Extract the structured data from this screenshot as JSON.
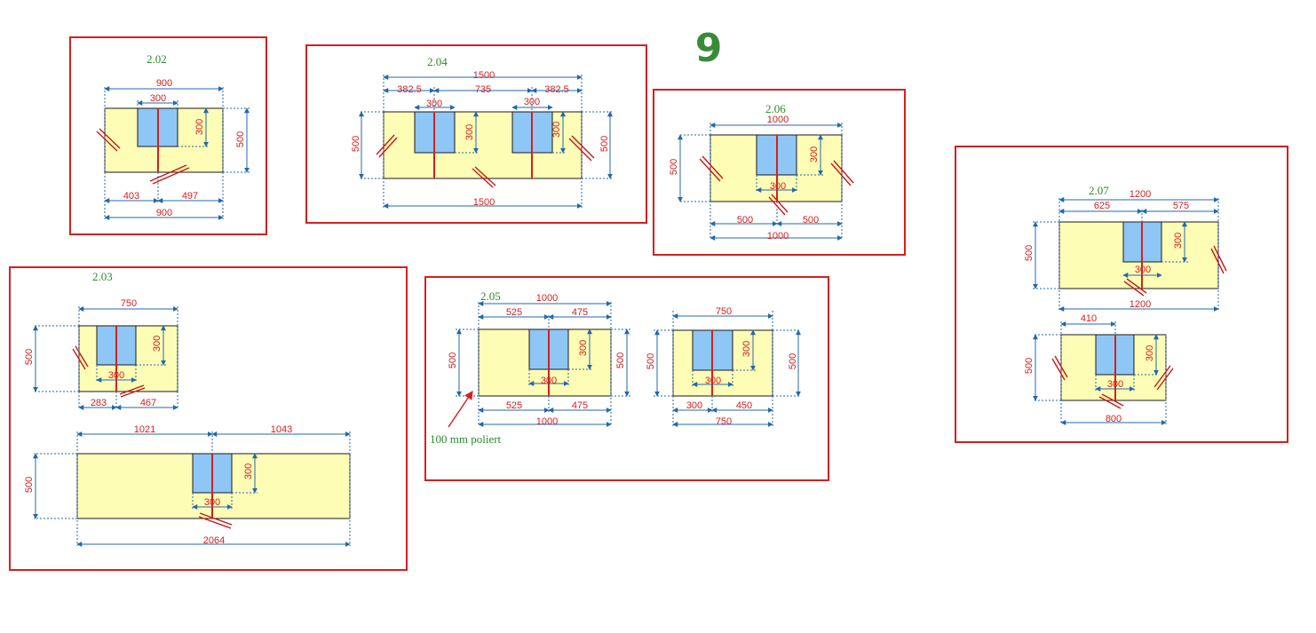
{
  "page_number": "9",
  "colors": {
    "frame": "#d42020",
    "slab": "#fdfdb6",
    "sink": "#8ec6f6",
    "dimension_line": "#2468a8",
    "dimension_text": "#d42020",
    "label": "#2c8a2c"
  },
  "pieces": {
    "p202": {
      "label": "2.02",
      "top": "900",
      "sink": "300",
      "sink_depth": "300",
      "depth": "500",
      "left": "403",
      "right": "497",
      "bottom": "900"
    },
    "p204": {
      "label": "2.04",
      "total": "1500",
      "left": "382.5",
      "middle": "735",
      "right": "382.5",
      "sink1": "300",
      "sink2": "300",
      "sink1_depth": "300",
      "sink2_depth": "300",
      "depth_left": "500",
      "depth_right": "500",
      "bottom": "1500"
    },
    "p206": {
      "label": "2.06",
      "top": "1000",
      "sink_depth": "300",
      "sink": "300",
      "depth": "500",
      "left": "500",
      "right": "500",
      "bottom": "1000"
    },
    "p207": {
      "label": "2.07",
      "a": {
        "top": "1200",
        "left": "625",
        "right": "575",
        "sink_depth": "300",
        "sink": "300",
        "depth": "500",
        "bottom": "1200"
      },
      "b": {
        "top": "410",
        "sink_depth": "300",
        "sink": "300",
        "depth": "500",
        "bottom": "800"
      }
    },
    "p203": {
      "label": "2.03",
      "a": {
        "top": "750",
        "sink_depth": "300",
        "sink": "300",
        "depth": "500",
        "left": "283",
        "right": "467"
      },
      "b": {
        "left": "1021",
        "right": "1043",
        "sink_depth": "300",
        "sink": "300",
        "depth": "500",
        "bottom": "2064"
      }
    },
    "p205": {
      "label": "2.05",
      "a": {
        "top": "1000",
        "left": "525",
        "right": "475",
        "sink_depth": "300",
        "sink": "300",
        "depth_left": "500",
        "depth_right": "500",
        "bottom_left": "525",
        "bottom_right": "475",
        "bottom": "1000"
      },
      "b": {
        "top": "750",
        "sink_depth": "300",
        "sink": "300",
        "depth_left": "500",
        "depth_right": "500",
        "bottom_left": "300",
        "bottom_right": "450",
        "bottom": "750"
      },
      "note": "100 mm poliert"
    }
  }
}
